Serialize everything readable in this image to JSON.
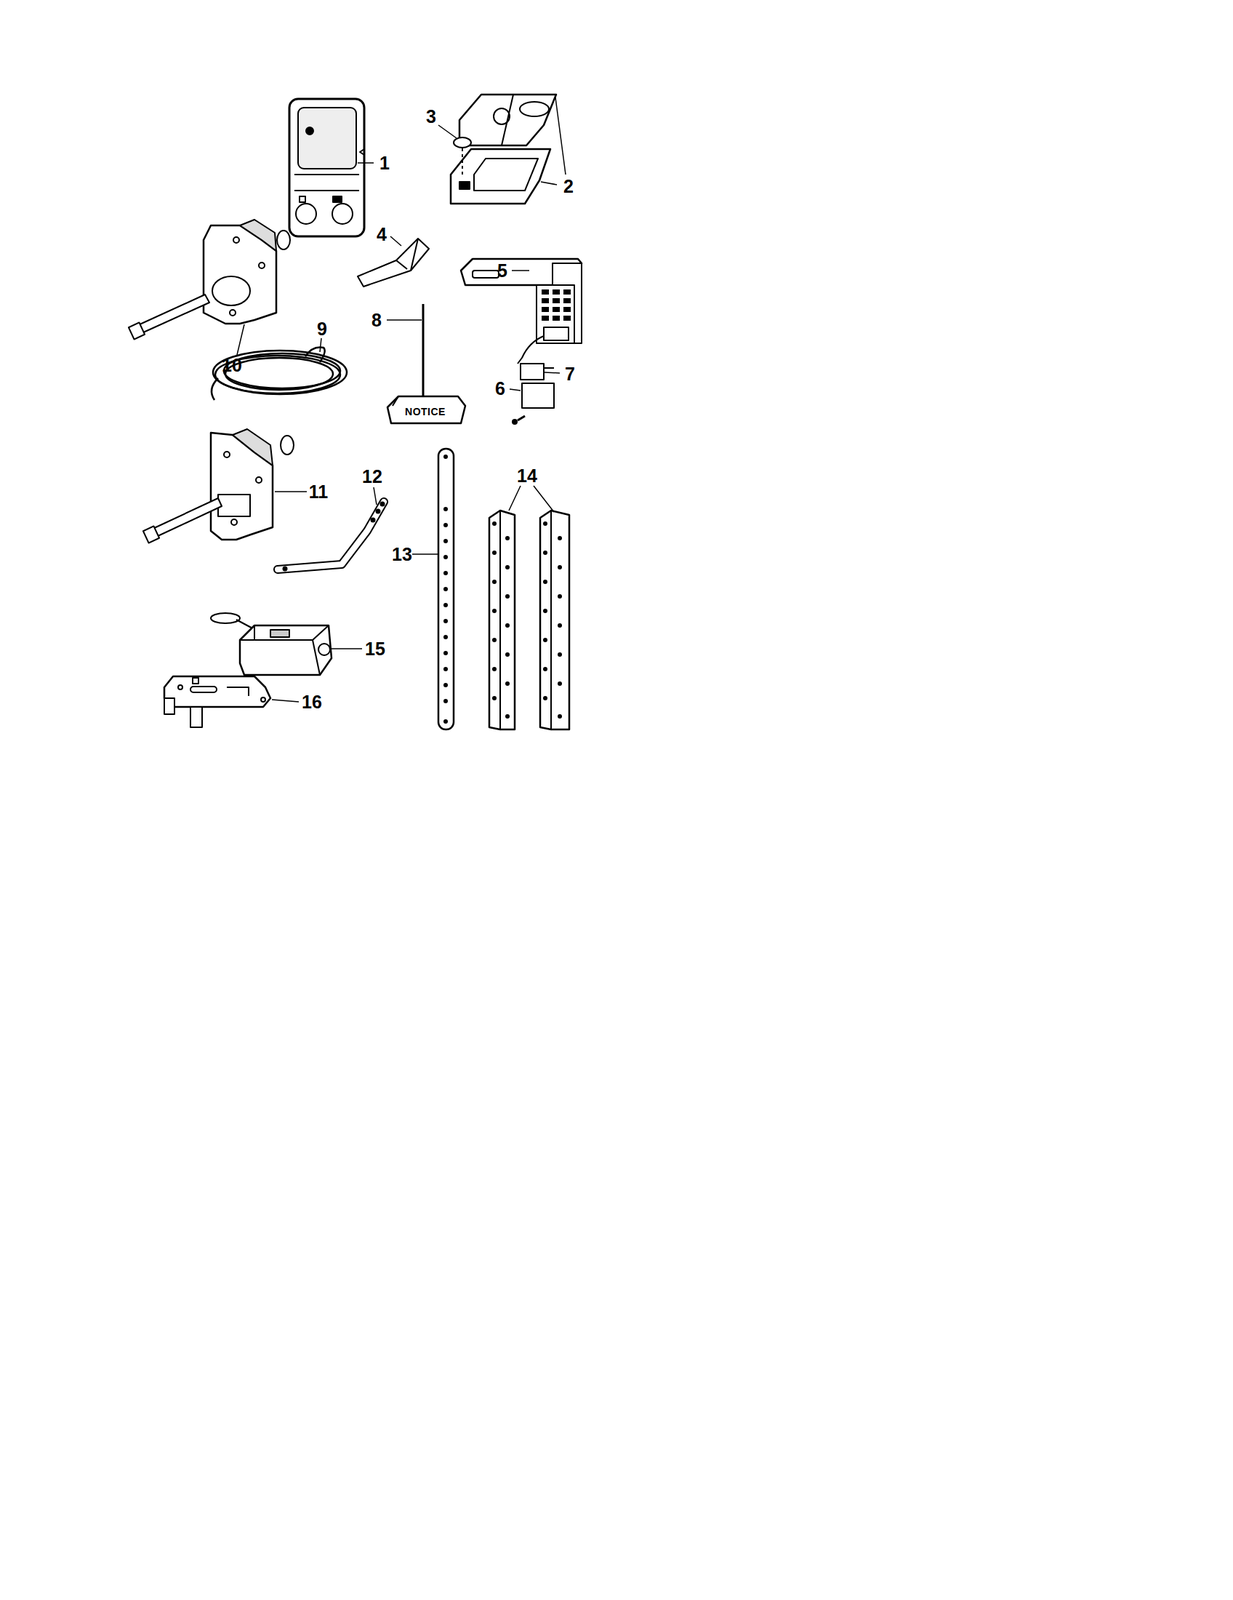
{
  "diagram": {
    "labels": [
      "1",
      "3",
      "2",
      "4",
      "10",
      "5",
      "8",
      "9",
      "7",
      "6",
      "NOTICE",
      "12",
      "14",
      "11",
      "13",
      "15",
      "16"
    ]
  }
}
